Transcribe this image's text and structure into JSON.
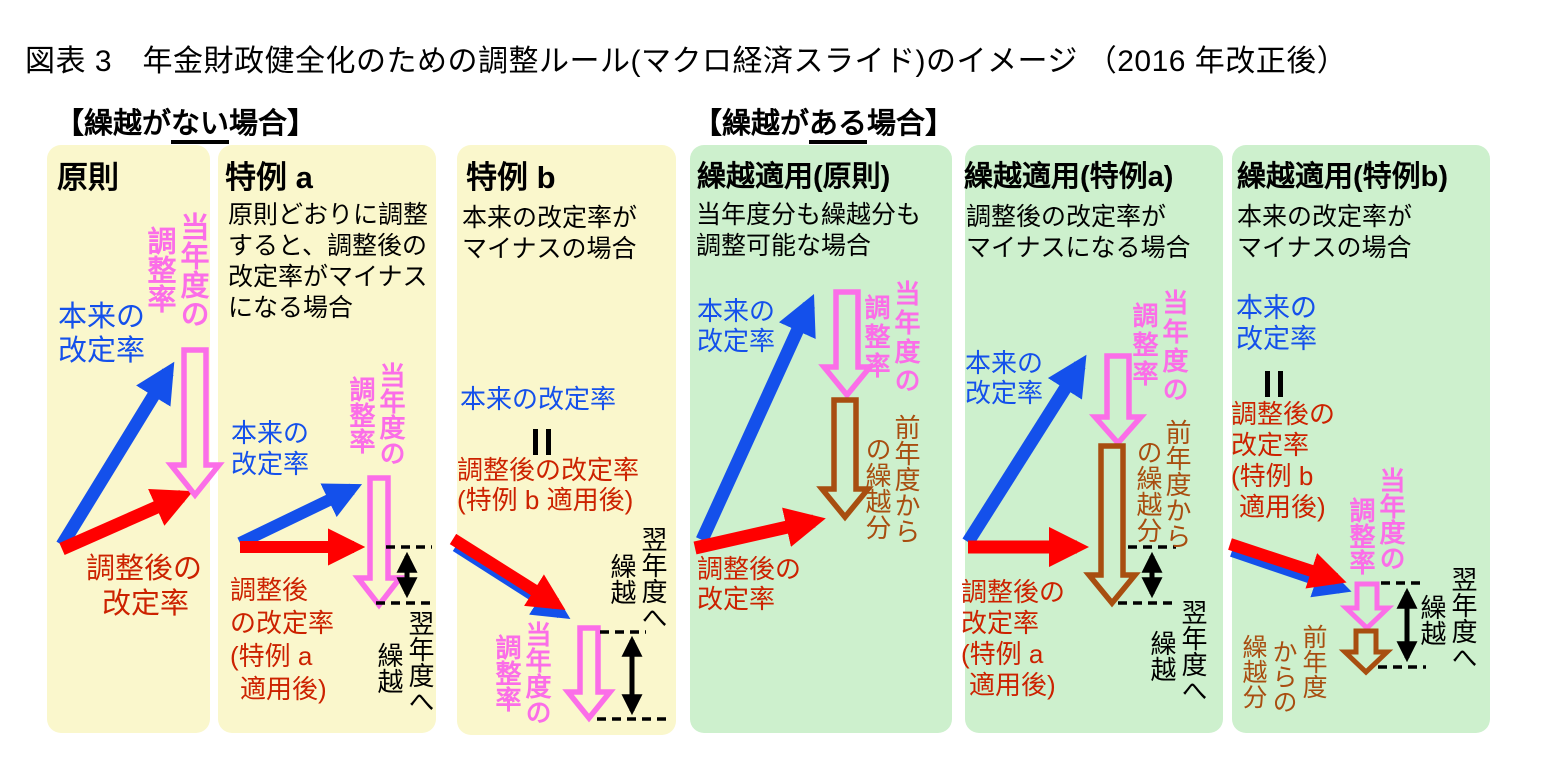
{
  "figure_title": "図表 3　年金財政健全化のための調整ルール(マクロ経済スライド)のイメージ （2016 年改正後）",
  "sections": {
    "no_carryover": {
      "pre": "【繰越が",
      "em": "ない",
      "post": "場合】"
    },
    "carryover": {
      "pre": "【繰越が",
      "em": "ある",
      "post": "場合】"
    }
  },
  "colors": {
    "panel_yellow": "#FAF7CC",
    "panel_green": "#CDF0CD",
    "original_rate_blue": "#1450EB",
    "adjustment_pink": "#FB6EE8",
    "adjusted_arrow_red": "#FF0000",
    "adjusted_text_red": "#CC2200",
    "carryover_brown": "#A84E10",
    "black": "#000000"
  },
  "icons": {
    "equals_icon": "‖"
  },
  "panels": [
    {
      "title": "原則",
      "desc": [],
      "blue": [
        "本来の",
        "改定率"
      ],
      "pink": [
        "当年度の",
        "調整率"
      ],
      "red": [
        "調整後の",
        "改定率"
      ]
    },
    {
      "title": "特例 a",
      "desc": [
        "原則どおりに調整",
        "すると、調整後の",
        "改定率がマイナス",
        "になる場合"
      ],
      "blue": [
        "本来の",
        "改定率"
      ],
      "pink": [
        "当年度の",
        "調整率"
      ],
      "red": [
        "調整後",
        "の改定率",
        "(特例 a",
        "適用後)"
      ],
      "carry": [
        "翌年度へ",
        "繰越"
      ]
    },
    {
      "title": "特例 b",
      "desc": [
        "本来の改定率が",
        "マイナスの場合"
      ],
      "blue": [
        "本来の改定率"
      ],
      "red": [
        "調整後の改定率",
        "(特例 b 適用後)"
      ],
      "pink": [
        "当年度の",
        "調整率"
      ],
      "carry": [
        "翌年度へ",
        "繰越"
      ]
    },
    {
      "title": "繰越適用(原則)",
      "desc": [
        "当年度分も繰越分も",
        "調整可能な場合"
      ],
      "blue": [
        "本来の",
        "改定率"
      ],
      "pink": [
        "当年度の",
        "調整率"
      ],
      "brown": [
        "前年度から",
        "の繰越分"
      ],
      "red": [
        "調整後の",
        "改定率"
      ]
    },
    {
      "title": "繰越適用(特例a)",
      "desc": [
        "調整後の改定率が",
        "マイナスになる場合"
      ],
      "blue": [
        "本来の",
        "改定率"
      ],
      "pink": [
        "当年度の",
        "調整率"
      ],
      "brown": [
        "前年度から",
        "の繰越分"
      ],
      "red": [
        "調整後の",
        "改定率",
        "(特例 a",
        "適用後)"
      ],
      "carry": [
        "翌年度へ",
        "繰越"
      ]
    },
    {
      "title": "繰越適用(特例b)",
      "desc": [
        "本来の改定率が",
        "マイナスの場合"
      ],
      "blue": [
        "本来の",
        "改定率"
      ],
      "red": [
        "調整後の",
        "改定率",
        "(特例 b",
        "適用後)"
      ],
      "pink": [
        "当年度の",
        "調整率"
      ],
      "brown": [
        "前年度",
        "からの",
        "繰越分"
      ],
      "carry": [
        "翌年度へ",
        "繰越"
      ]
    }
  ]
}
